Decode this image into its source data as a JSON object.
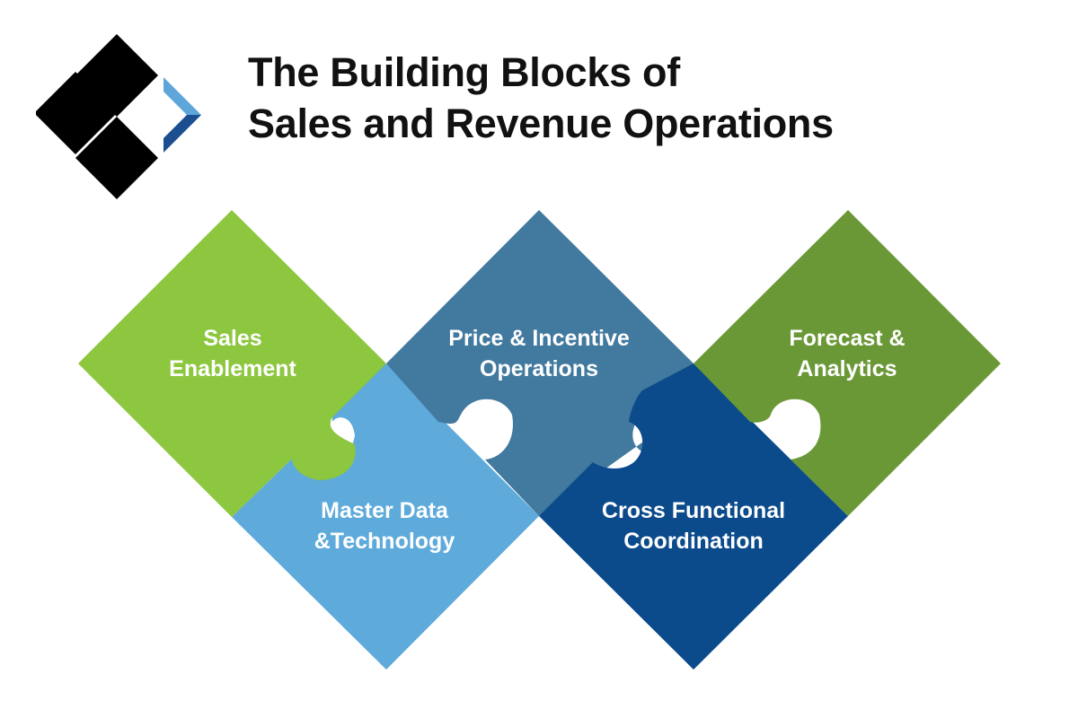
{
  "title": {
    "line1": "The Building Blocks of",
    "line2": "Sales and Revenue Operations"
  },
  "colors": {
    "sales_enablement": "#8dc63f",
    "master_data": "#5eaadb",
    "price_incentive": "#42799f",
    "cross_functional": "#0b4a8b",
    "forecast_analytics": "#6b9837",
    "logo_dark": "#000000",
    "logo_accent_light": "#5ea6d9",
    "logo_accent_dark": "#1b4f8f"
  },
  "blocks": {
    "sales_enablement": {
      "line1": "Sales",
      "line2": "Enablement"
    },
    "price_incentive": {
      "line1": "Price & Incentive",
      "line2": "Operations"
    },
    "forecast_analytics": {
      "line1": "Forecast &",
      "line2": "Analytics"
    },
    "master_data": {
      "line1": "Master Data",
      "line2": "&Technology"
    },
    "cross_functional": {
      "line1": "Cross Functional",
      "line2": "Coordination"
    }
  }
}
